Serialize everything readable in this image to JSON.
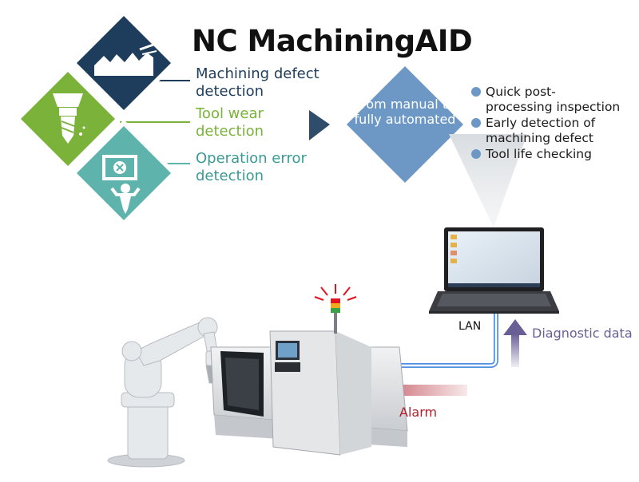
{
  "title": "NC MachiningAID",
  "categories": {
    "defect": "Machining defect detection",
    "wear": "Tool wear detection",
    "operation": "Operation error detection"
  },
  "transition": "From manual to fully automated",
  "benefits": [
    "Quick post-processing inspection",
    "Early detection of machining defect",
    "Tool life checking"
  ],
  "lan_label": "LAN",
  "diagnostic_label": "Diagnostic data",
  "alarm_label": "Alarm",
  "colors": {
    "navy": "#1e3d5c",
    "green": "#7ab23a",
    "teal": "#5eb3ac",
    "steel_blue": "#6d98c6",
    "alarm_red": "#b01f2e",
    "diagnostic_purple": "#6a5f95"
  },
  "icons": [
    "machined-part-icon",
    "tool-bit-icon",
    "operator-error-icon",
    "laptop-icon",
    "robot-arm-icon",
    "machine-tool-icon",
    "warning-light-icon"
  ]
}
